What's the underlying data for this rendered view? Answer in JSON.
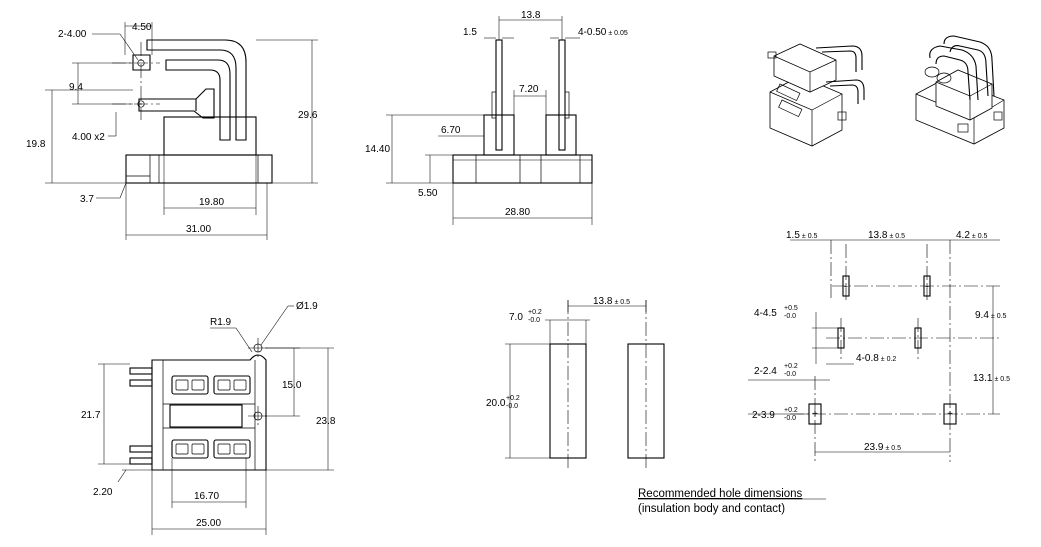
{
  "side_view": {
    "pin_hole_spec": "2-4.00",
    "dim_4_50": "4.50",
    "dim_9_4": "9.4",
    "dim_19_8": "19.8",
    "mount_hole_spec": "4.00 x2",
    "dim_29_6": "29.6",
    "dim_3_7": "3.7",
    "dim_19_80": "19.80",
    "dim_31_00": "31.00"
  },
  "front_view": {
    "dim_13_8": "13.8",
    "dim_1_5": "1.5",
    "pin_thickness_spec": "4-0.50",
    "pin_thickness_tol": "± 0.05",
    "dim_7_20": "7.20",
    "dim_14_40": "14.40",
    "dim_6_70": "6.70",
    "dim_5_50": "5.50",
    "dim_28_80": "28.80"
  },
  "bottom_view": {
    "hole_dia": "Ø1.9",
    "radius": "R1.9",
    "dim_15_0": "15.0",
    "dim_21_7": "21.7",
    "dim_23_8": "23.8",
    "dim_2_20": "2.20",
    "dim_16_70": "16.70",
    "dim_25_00": "25.00"
  },
  "body_holes": {
    "width_main": "7.0",
    "width_tol_plus": "+0.2",
    "width_tol_minus": "-0.0",
    "spacing_main": "13.8",
    "spacing_tol": "± 0.5",
    "height_main": "20.0",
    "height_tol_plus": "+0.2",
    "height_tol_minus": "-0.0"
  },
  "contact_holes": {
    "d1_main": "1.5",
    "d1_tol": "± 0.5",
    "d2_main": "13.8",
    "d2_tol": "± 0.5",
    "d3_main": "4.2",
    "d3_tol": "± 0.5",
    "slot_spec_main": "4-4.5",
    "slot_tol_plus": "+0.5",
    "slot_tol_minus": "-0.0",
    "d4_main": "9.4",
    "d4_tol": "± 0.5",
    "slot_w_main": "4-0.8",
    "slot_w_tol": "± 0.2",
    "post_a_main": "2-2.4",
    "post_a_tol_plus": "+0.2",
    "post_a_tol_minus": "-0.0",
    "d5_main": "13.1",
    "d5_tol": "± 0.5",
    "post_b_main": "2-3.9",
    "post_b_tol_plus": "+0.2",
    "post_b_tol_minus": "-0.0",
    "d6_main": "23.9",
    "d6_tol": "± 0.5"
  },
  "note": {
    "title": "Recommended hole dimensions",
    "subtitle": "(insulation body and contact)"
  }
}
